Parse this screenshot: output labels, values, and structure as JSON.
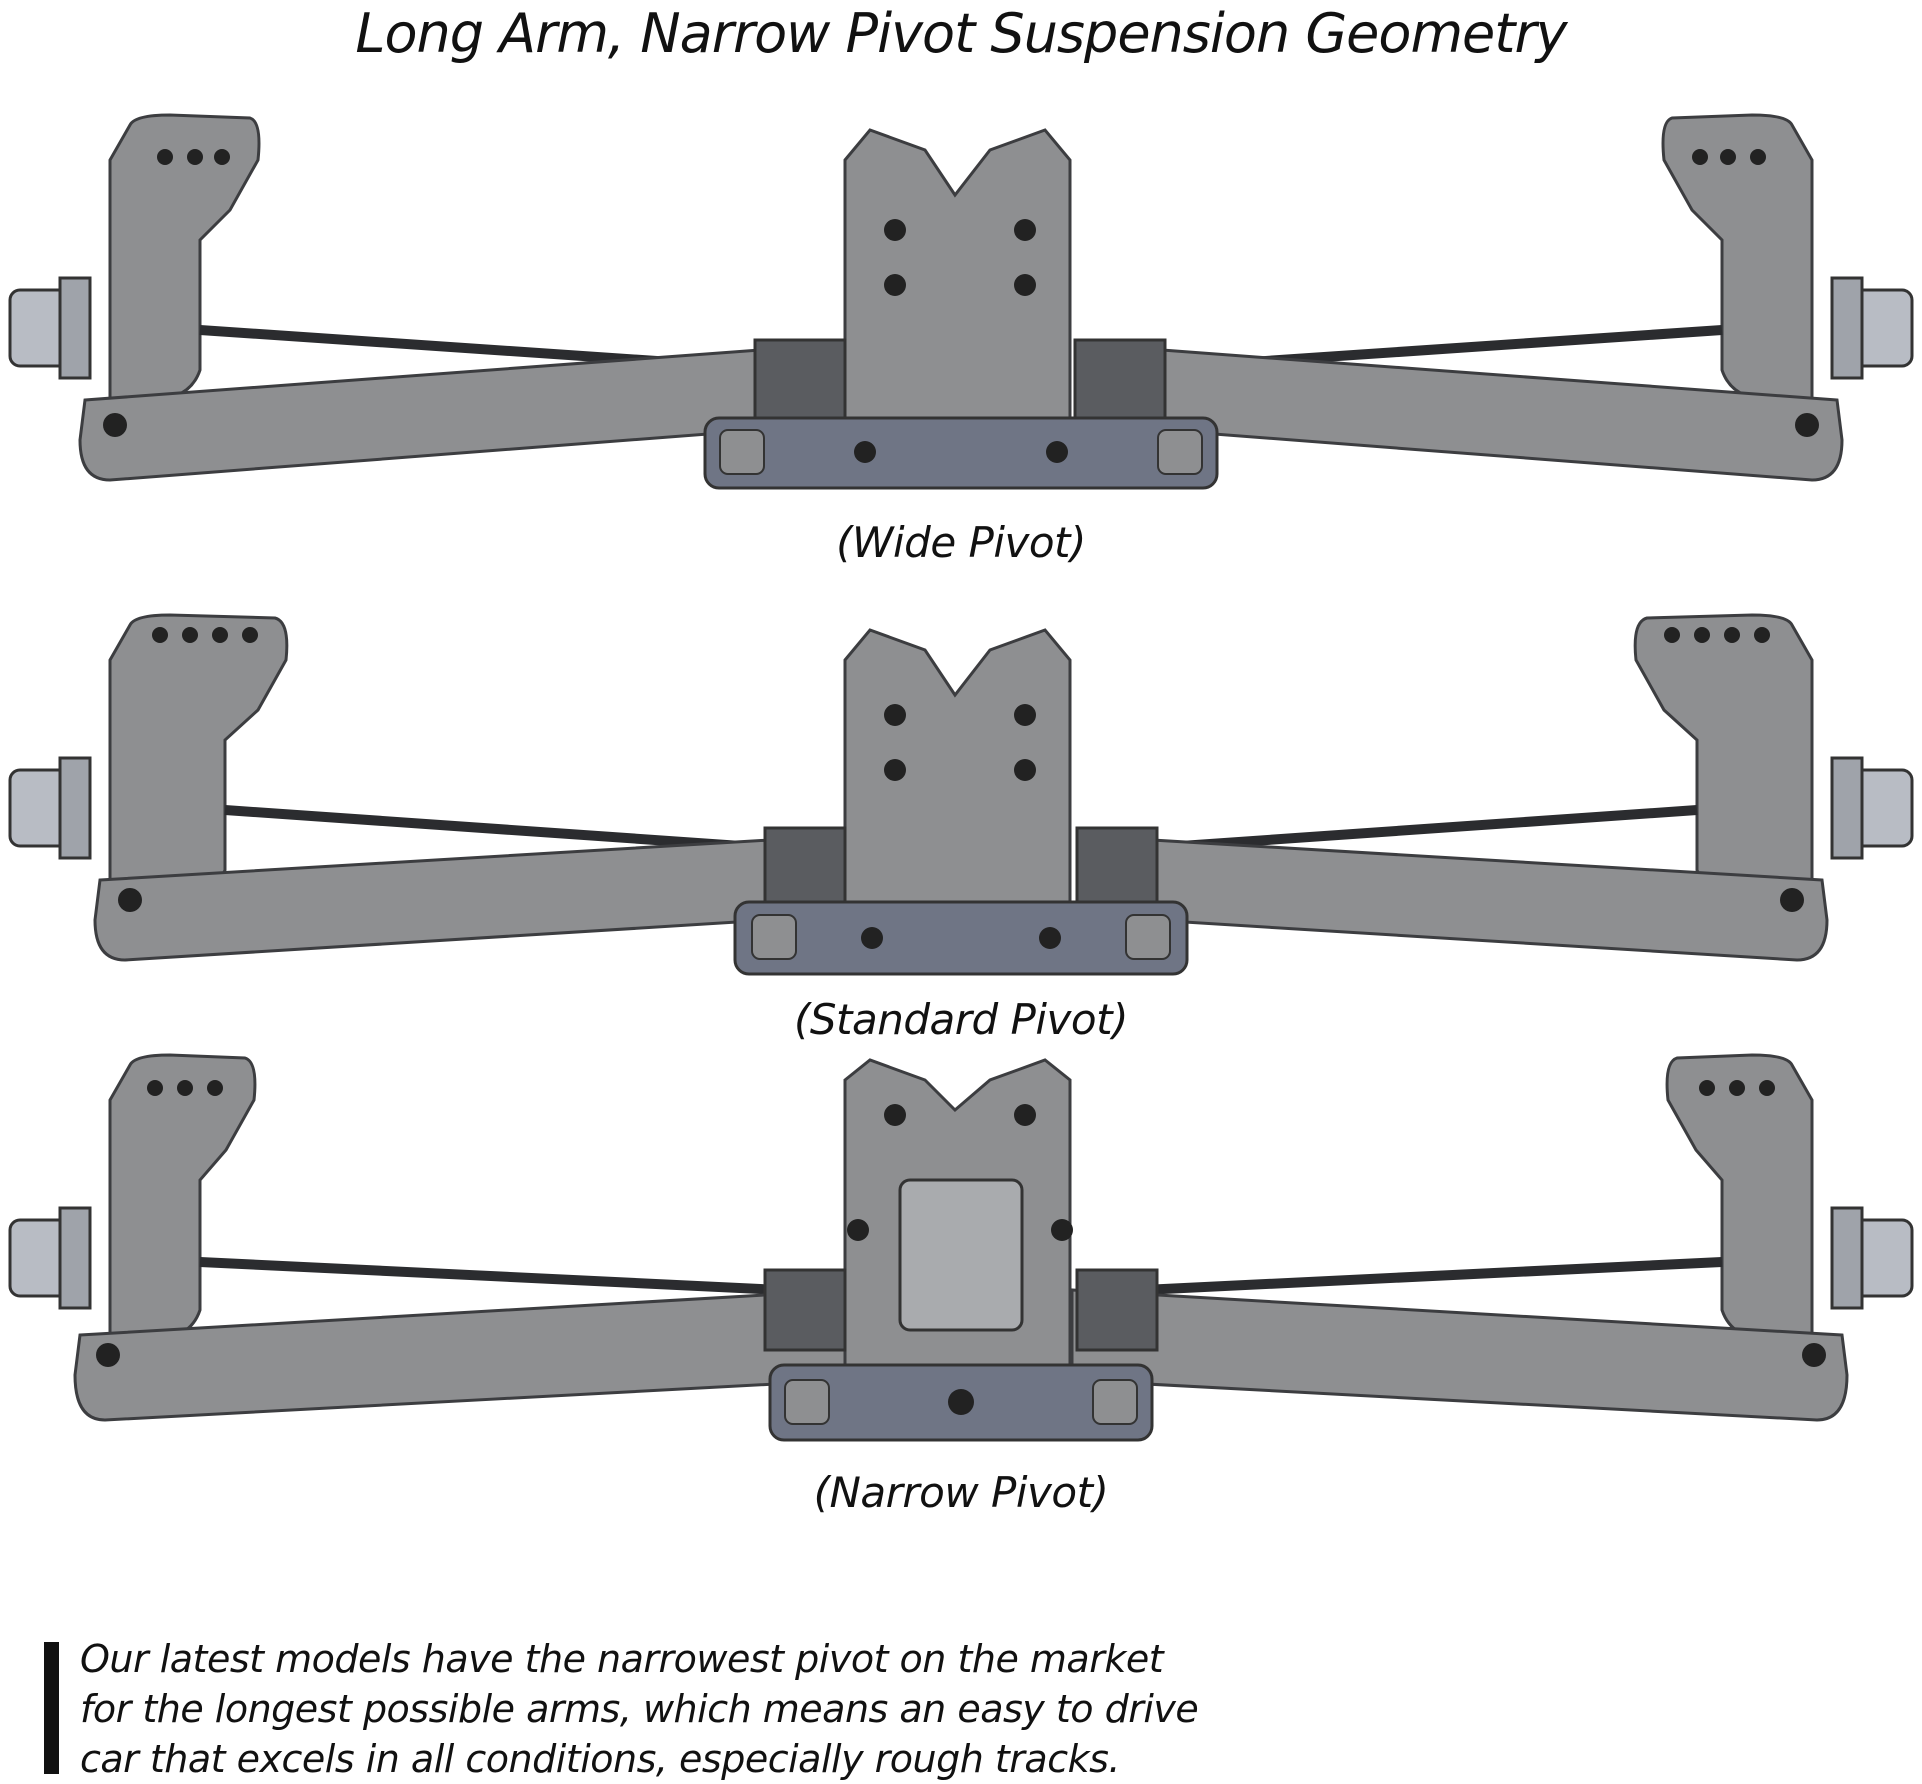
{
  "title": "Long Arm, Narrow Pivot Suspension Geometry",
  "assemblies": [
    {
      "caption": "(Wide Pivot)"
    },
    {
      "caption": "(Standard Pivot)"
    },
    {
      "caption": "(Narrow Pivot)"
    }
  ],
  "note": {
    "lines": [
      "Our latest models have the narrowest pivot on the market",
      "for the longest possible arms, which means an easy to drive",
      "car that excels in all conditions, especially rough tracks."
    ]
  },
  "colors": {
    "part_grey": "#8e8f91",
    "part_dark": "#5a5c60",
    "pivot_block": "#6f7585",
    "axle_steel": "#b8bcc4",
    "shaft": "#2b2c2f"
  }
}
